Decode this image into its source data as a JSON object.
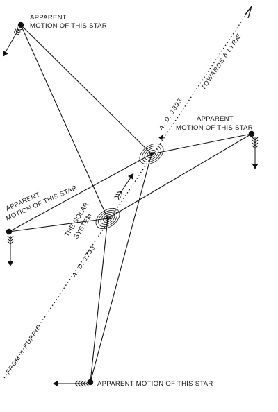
{
  "labels": {
    "star_top_left_line1": "APPARENT",
    "star_top_left_line2": "MOTION OF THIS STAR",
    "star_right_line1": "APPARENT",
    "star_right_line2": "MOTION OF THIS STAR",
    "star_left_line1": "APPARENT",
    "star_left_line2": "MOTION OF THIS STAR",
    "star_bottom": "APPARENT MOTION OF THIS STAR",
    "solar_system_line1": "THE SOLAR",
    "solar_system_line2": "SYSTEM",
    "epoch_1893": "A. D. 1893",
    "epoch_1793": "A. D. 1793",
    "towards": "TOWARDS δ LYRÆ",
    "from": "FROM π PUPPIS"
  },
  "colors": {
    "ink": "#111111",
    "paper": "#ffffff"
  }
}
